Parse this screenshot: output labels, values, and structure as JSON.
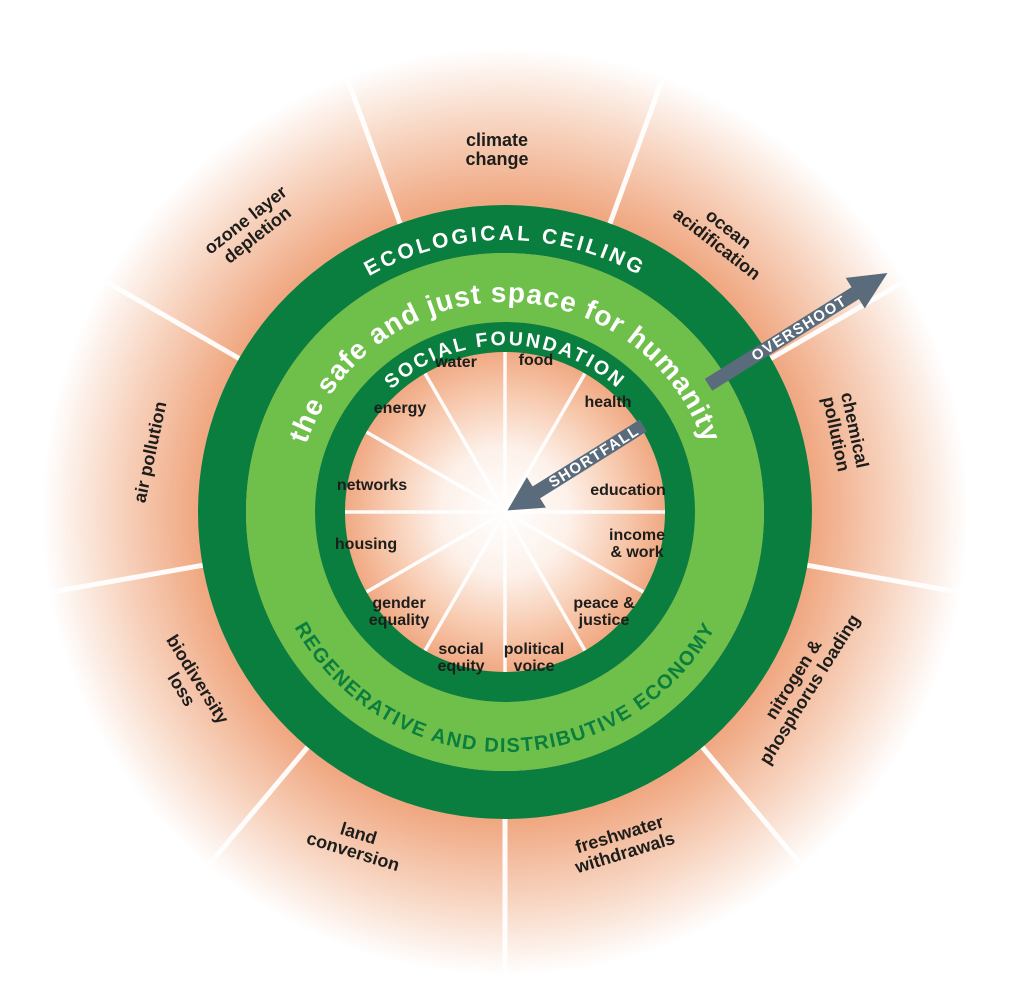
{
  "title": "Doughnut economics model",
  "colors": {
    "dark_green": "#0A7E3E",
    "light_green": "#6FBF4B",
    "salmon": "#F0A882",
    "salmon_fade": "#F8D7C4",
    "arrow_gray": "#5A6B7B",
    "label_dark": "#1D1D1B",
    "white": "#FFFFFF"
  },
  "rings": {
    "ecological_ceiling": "ECOLOGICAL CEILING",
    "tagline": "the safe and just space for humanity",
    "social_foundation": "SOCIAL FOUNDATION",
    "economy": "REGENERATIVE AND DISTRIBUTIVE ECONOMY"
  },
  "arrows": {
    "overshoot": "OVERSHOOT",
    "shortfall": "SHORTFALL"
  },
  "planetary_boundaries": [
    {
      "id": "climate-change",
      "lines": [
        "climate",
        "change"
      ]
    },
    {
      "id": "ocean-acidification",
      "lines": [
        "ocean",
        "acidification"
      ]
    },
    {
      "id": "chemical-pollution",
      "lines": [
        "chemical",
        "pollution"
      ]
    },
    {
      "id": "nitrogen-phosphorus-loading",
      "lines": [
        "nitrogen &",
        "phosphorus loading"
      ]
    },
    {
      "id": "freshwater-withdrawals",
      "lines": [
        "freshwater",
        "withdrawals"
      ]
    },
    {
      "id": "land-conversion",
      "lines": [
        "land",
        "conversion"
      ]
    },
    {
      "id": "biodiversity-loss",
      "lines": [
        "biodiversity",
        "loss"
      ]
    },
    {
      "id": "air-pollution",
      "lines": [
        "air pollution"
      ]
    },
    {
      "id": "ozone-layer-depletion",
      "lines": [
        "ozone layer",
        "depletion"
      ]
    }
  ],
  "social_foundations": [
    {
      "id": "water",
      "lines": [
        "water"
      ]
    },
    {
      "id": "food",
      "lines": [
        "food"
      ]
    },
    {
      "id": "health",
      "lines": [
        "health"
      ]
    },
    {
      "id": "education",
      "lines": [
        "education"
      ]
    },
    {
      "id": "income-work",
      "lines": [
        "income",
        "& work"
      ]
    },
    {
      "id": "peace-justice",
      "lines": [
        "peace &",
        "justice"
      ]
    },
    {
      "id": "political-voice",
      "lines": [
        "political",
        "voice"
      ]
    },
    {
      "id": "social-equity",
      "lines": [
        "social",
        "equity"
      ]
    },
    {
      "id": "gender-equality",
      "lines": [
        "gender",
        "equality"
      ]
    },
    {
      "id": "housing",
      "lines": [
        "housing"
      ]
    },
    {
      "id": "networks",
      "lines": [
        "networks"
      ]
    },
    {
      "id": "energy",
      "lines": [
        "energy"
      ]
    }
  ]
}
